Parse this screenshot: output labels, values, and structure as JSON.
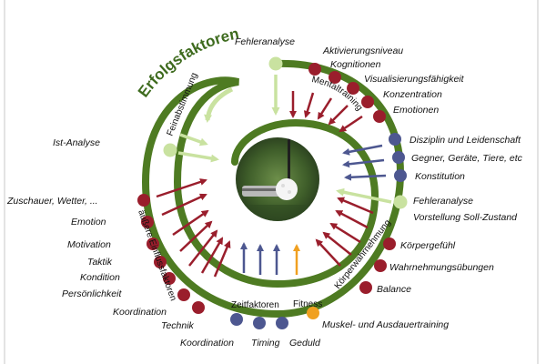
{
  "title": "Erfolgsfaktoren",
  "colors": {
    "spiral": "#4e7b22",
    "red": "#9a1e2c",
    "blue": "#4d5790",
    "light_green": "#c9e2a0",
    "orange": "#f0a020"
  },
  "labels": {
    "fehleranalyse_top": "Fehleranalyse",
    "aktivierungsniveau": "Aktivierungsniveau",
    "kognitionen": "Kognitionen",
    "visualisierung": "Visualisierungsfähigkeit",
    "konzentration": "Konzentration",
    "emotionen": "Emotionen",
    "disziplin": "Disziplin und Leidenschaft",
    "gegner": "Gegner, Geräte, Tiere, etc",
    "konstitution": "Konstitution",
    "fehleranalyse_right": "Fehleranalyse",
    "vorstellung": "Vorstellung Soll-Zustand",
    "koerpergefuehl": "Körpergefühl",
    "wahrnehmungsuebungen": "Wahrnehmungsübungen",
    "balance": "Balance",
    "muskel": "Muskel- und Ausdauertraining",
    "geduld": "Geduld",
    "timing": "Timing",
    "koordination_bottom": "Koordination",
    "technik": "Technik",
    "koordination_left": "Koordination",
    "persoenlichkeit": "Persönlichkeit",
    "kondition": "Kondition",
    "taktik": "Taktik",
    "motivation": "Motivation",
    "emotion": "Emotion",
    "zuschauer": "Zuschauer, Wetter, ...",
    "ist_analyse": "Ist-Analyse",
    "feinabstimmung": "Feinabstimmung",
    "mentaltraining": "Mentaltraining",
    "koerperwahrnehmung": "Körperwahrnehmung",
    "fitness": "Fitness",
    "zeitfaktoren": "Zeitfaktoren",
    "aeussere": "äußere Einflussfaktoren"
  }
}
